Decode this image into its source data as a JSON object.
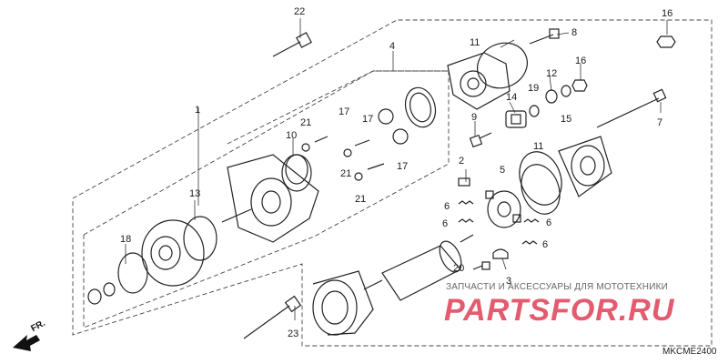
{
  "callouts": [
    "1",
    "2",
    "3",
    "4",
    "5",
    "6",
    "7",
    "8",
    "9",
    "10",
    "11",
    "12",
    "13",
    "14",
    "15",
    "16",
    "17",
    "18",
    "19",
    "20",
    "21",
    "22",
    "23"
  ],
  "direction_label": "FR.",
  "diagram_code": "MKCME2400",
  "watermark": {
    "tagline": "ЗАПЧАСТИ И АКСЕССУАРЫ ДЛЯ МОТОТЕХНИКИ",
    "logo": "PARTSFOR.RU"
  },
  "colors": {
    "line": "#222222",
    "watermark": "#e35b6e"
  }
}
